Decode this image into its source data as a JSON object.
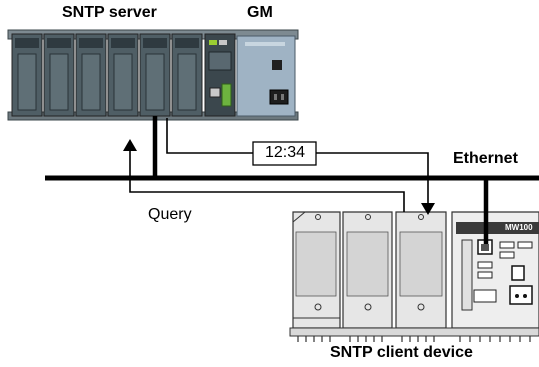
{
  "labels": {
    "server": "SNTP server",
    "gm": "GM",
    "time": "12:34",
    "ethernet": "Ethernet",
    "query": "Query",
    "client": "SNTP client device",
    "client_model": "MW100"
  },
  "colors": {
    "server_module": "#4f5e65",
    "server_module_dark": "#2f3a40",
    "server_main": "#9fb3c4",
    "client_module": "#e4e4e4",
    "client_outline": "#333333",
    "line": "#000000"
  },
  "icons": [
    "arrow-up-icon",
    "arrow-down-icon",
    "ethernet-port-icon",
    "power-socket-icon"
  ]
}
